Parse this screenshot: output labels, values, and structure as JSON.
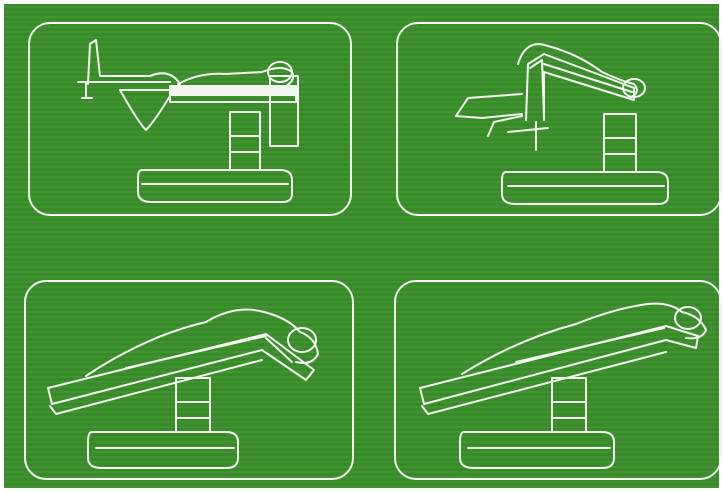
{
  "panels": [
    {
      "id": "position-1",
      "icon": "operating-table-legs-raised-icon"
    },
    {
      "id": "position-2",
      "icon": "operating-table-jackknife-icon"
    },
    {
      "id": "position-3",
      "icon": "operating-table-reverse-flex-icon"
    },
    {
      "id": "position-4",
      "icon": "operating-table-reverse-trendelenburg-icon"
    }
  ],
  "colors": {
    "background": "#3a8f2a",
    "line": "#f4f7f0"
  }
}
